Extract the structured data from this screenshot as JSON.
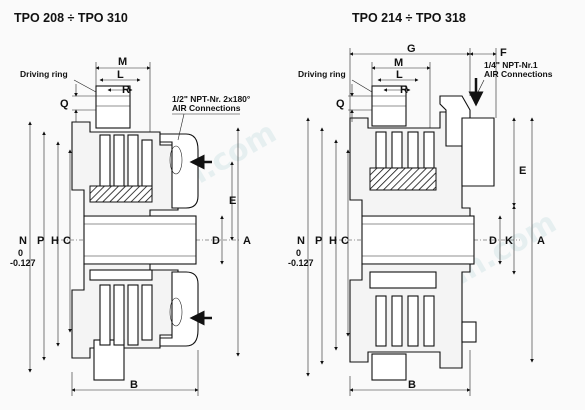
{
  "left": {
    "title": "TPO 208 ÷ TPO 310",
    "driving_ring": "Driving ring",
    "air_label_1": "1/2\" NPT-Nr. 2x180°",
    "air_label_2": "AIR Connections",
    "dims": {
      "M": "M",
      "L": "L",
      "R": "R",
      "Q": "Q",
      "N": "N",
      "P": "P",
      "H": "H",
      "C": "C",
      "D": "D",
      "A": "A",
      "E": "E",
      "B": "B",
      "tol_0": "0",
      "tol_1": "-0.127"
    }
  },
  "right": {
    "title": "TPO 214 ÷ TPO 318",
    "driving_ring": "Driving ring",
    "air_label_1": "1/4\" NPT-Nr.1",
    "air_label_2": "AIR Connections",
    "dims": {
      "G": "G",
      "F": "F",
      "M": "M",
      "L": "L",
      "R": "R",
      "Q": "Q",
      "N": "N",
      "P": "P",
      "H": "H",
      "C": "C",
      "D": "D",
      "K": "K",
      "A": "A",
      "E": "E",
      "B": "B",
      "tol_0": "0",
      "tol_1": "-0.127"
    }
  },
  "watermark": "gzhan.com"
}
